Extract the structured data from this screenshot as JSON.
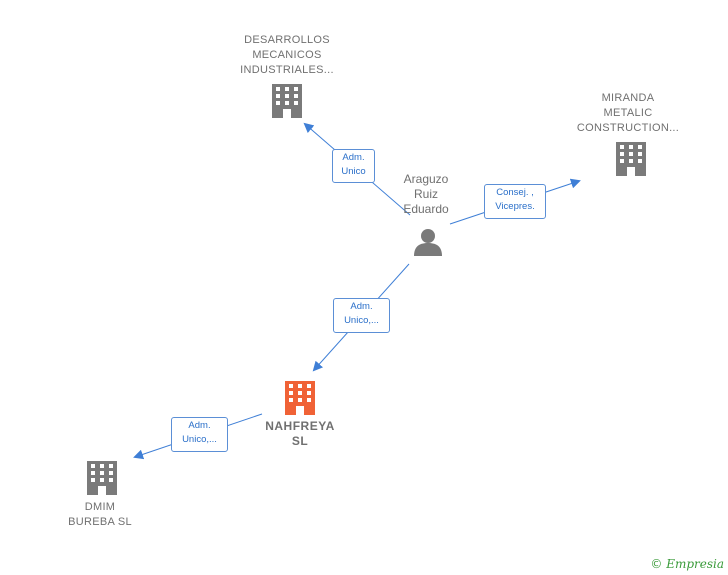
{
  "colors": {
    "edge": "#3f7fd6",
    "building": "#7a7a7a",
    "building_main": "#f06236",
    "person": "#7a7a7a",
    "brand": "#3a9b3a"
  },
  "nodes": {
    "desarrollos": {
      "line1": "DESARROLLOS",
      "line2": "MECANICOS",
      "line3": "INDUSTRIALES..."
    },
    "miranda": {
      "line1": "MIRANDA",
      "line2": "METALIC",
      "line3": "CONSTRUCTION..."
    },
    "person": {
      "line1": "Araguzo",
      "line2": "Ruiz",
      "line3": "Eduardo"
    },
    "nahfreya": {
      "line1": "NAHFREYA",
      "line2": "SL"
    },
    "dmim": {
      "line1": "DMIM",
      "line2": "BUREBA  SL"
    }
  },
  "edges": {
    "to_desarrollos": {
      "line1": "Adm.",
      "line2": "Unico"
    },
    "to_miranda": {
      "line1": "Consej. ,",
      "line2": "Vicepres."
    },
    "to_nahfreya": {
      "line1": "Adm.",
      "line2": "Unico,..."
    },
    "to_dmim": {
      "line1": "Adm.",
      "line2": "Unico,..."
    }
  },
  "brand": {
    "copyright": "©",
    "name": "Empresia"
  }
}
